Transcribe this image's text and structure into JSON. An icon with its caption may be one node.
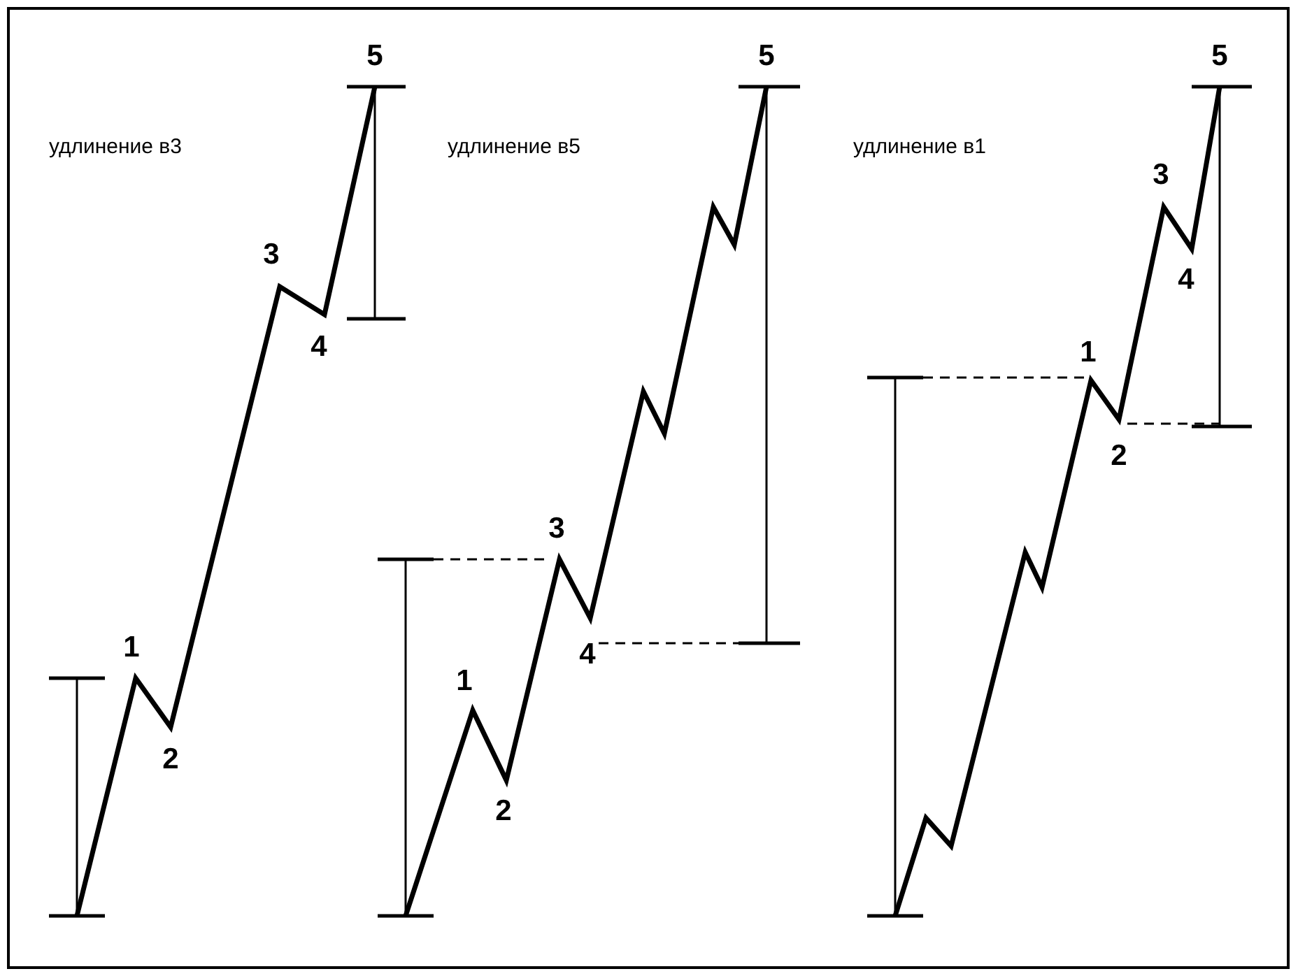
{
  "diagram": {
    "labels": [
      "5",
      "удлинение в3",
      "3",
      "4",
      "1",
      "2",
      "5",
      "удлинение в5",
      "3",
      "1",
      "4",
      "2",
      "5",
      "удлинение в1",
      "3",
      "4",
      "1",
      "2"
    ]
  }
}
